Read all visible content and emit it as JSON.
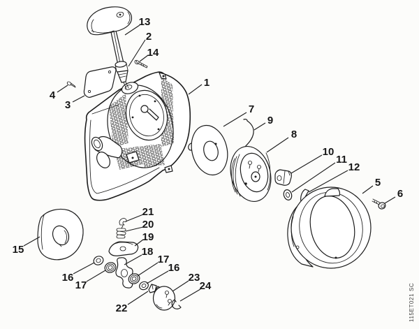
{
  "figure": {
    "type": "exploded-parts-diagram",
    "watermark": "115ET021 SC",
    "background_color": "#fcfcfa",
    "line_color": "#1c1c1c",
    "label_color": "#161616"
  },
  "callouts": [
    {
      "num": "1"
    },
    {
      "num": "2"
    },
    {
      "num": "3"
    },
    {
      "num": "4"
    },
    {
      "num": "5"
    },
    {
      "num": "6"
    },
    {
      "num": "7"
    },
    {
      "num": "8"
    },
    {
      "num": "9"
    },
    {
      "num": "10"
    },
    {
      "num": "11"
    },
    {
      "num": "12"
    },
    {
      "num": "13"
    },
    {
      "num": "14"
    },
    {
      "num": "15"
    },
    {
      "num": "16"
    },
    {
      "num": "17"
    },
    {
      "num": "17"
    },
    {
      "num": "16"
    },
    {
      "num": "18"
    },
    {
      "num": "19"
    },
    {
      "num": "20"
    },
    {
      "num": "21"
    },
    {
      "num": "22"
    },
    {
      "num": "23"
    },
    {
      "num": "24"
    }
  ]
}
